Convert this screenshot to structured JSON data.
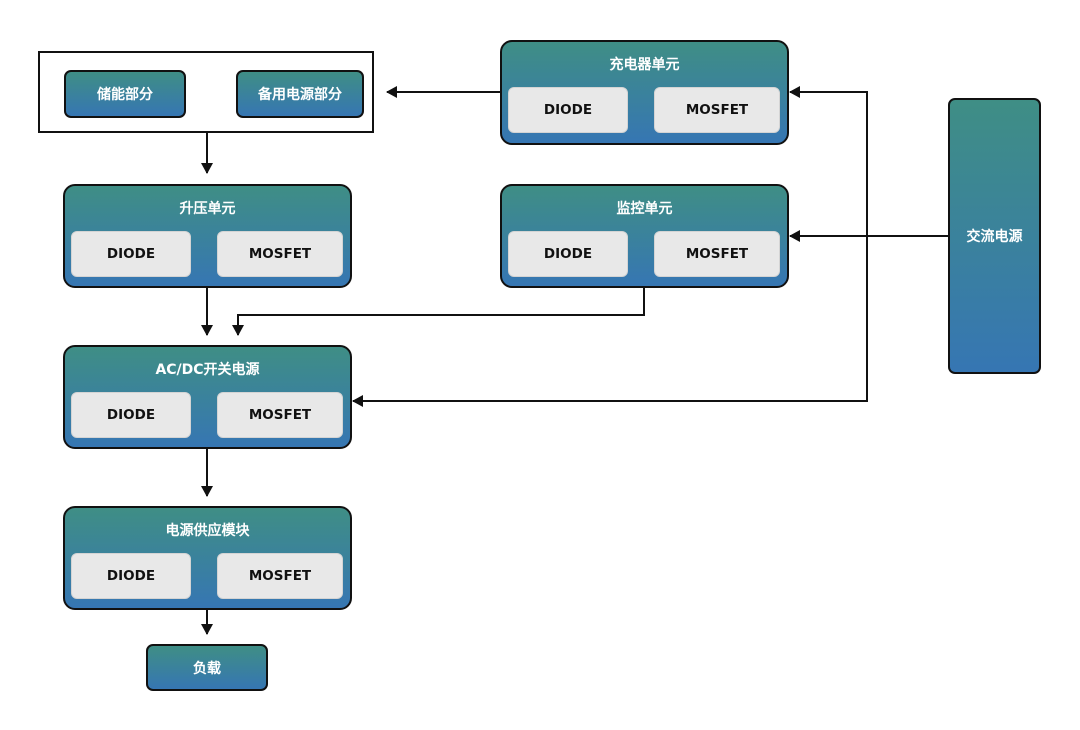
{
  "storage_group": {
    "energy_storage": "储能部分",
    "backup_power": "备用电源部分"
  },
  "boost_unit": {
    "title": "升压单元",
    "part_a": "DIODE",
    "part_b": "MOSFET"
  },
  "charger_unit": {
    "title": "充电器单元",
    "part_a": "DIODE",
    "part_b": "MOSFET"
  },
  "monitor_unit": {
    "title": "监控单元",
    "part_a": "DIODE",
    "part_b": "MOSFET"
  },
  "acdc_power": {
    "title": "AC/DC开关电源",
    "part_a": "DIODE",
    "part_b": "MOSFET"
  },
  "power_module": {
    "title": "电源供应模块",
    "part_a": "DIODE",
    "part_b": "MOSFET"
  },
  "load": "负载",
  "ac_source": "交流电源",
  "colors": {
    "block_top": "#3f8e85",
    "block_bottom": "#3676b3",
    "chip": "#e8e8e8",
    "line": "#111111"
  }
}
